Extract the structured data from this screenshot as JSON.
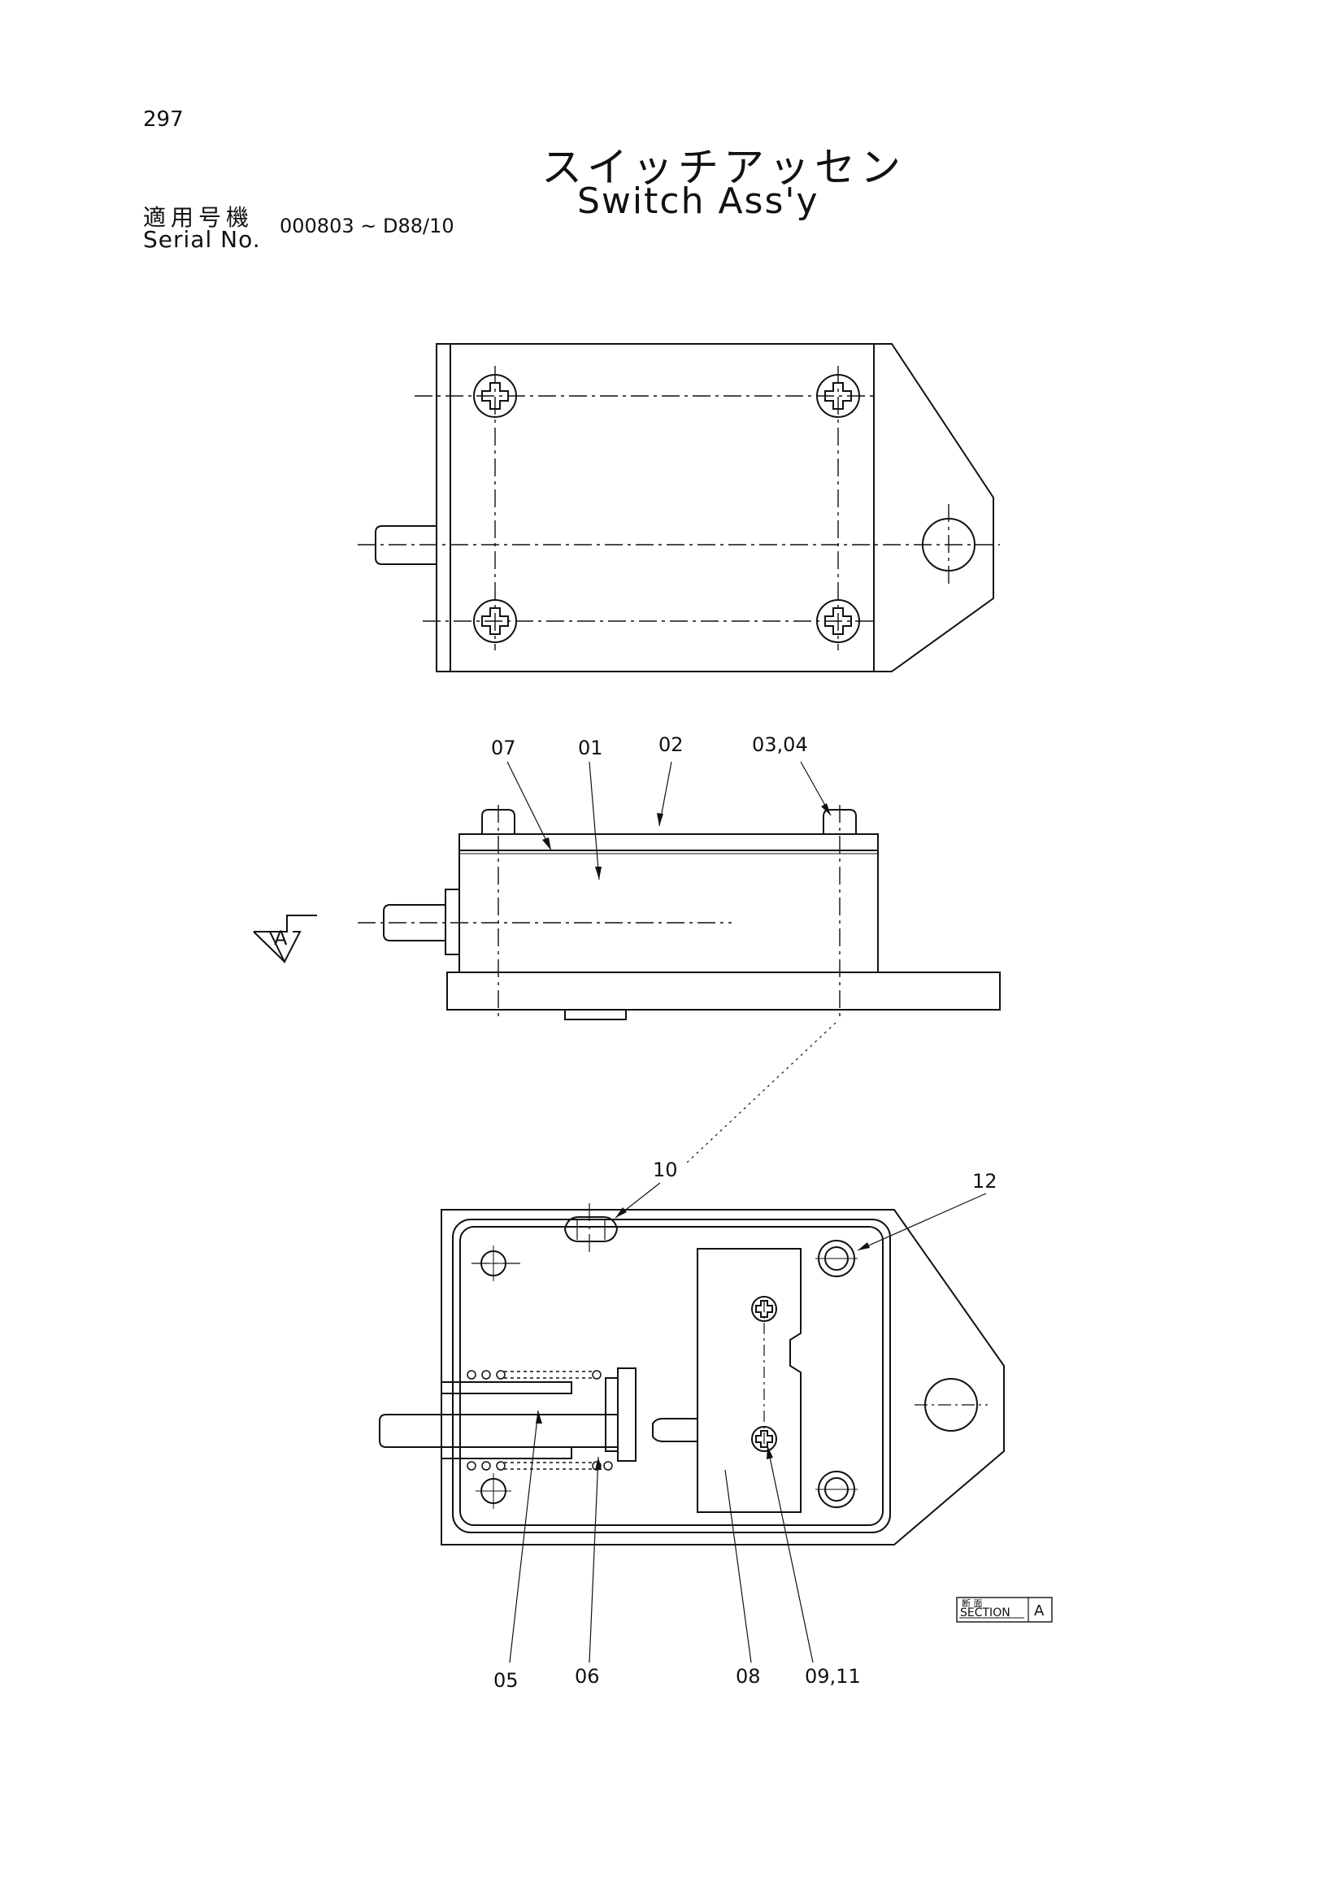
{
  "page_number": "297",
  "title": {
    "japanese": "スイッチアッセン",
    "english": "Switch Ass'y"
  },
  "serial": {
    "label_japanese": "適用号機",
    "label_english": "Serial No.",
    "range": "000803 ~ D88/10"
  },
  "callouts": {
    "c01": "01",
    "c02": "02",
    "c03_04": "03,04",
    "c05": "05",
    "c06": "06",
    "c07": "07",
    "c08": "08",
    "c09_11": "09,11",
    "c10": "10",
    "c12": "12"
  },
  "view_arrow": "A",
  "section_tag": {
    "japanese": "断 面",
    "english": "SECTION",
    "letter": "A"
  }
}
